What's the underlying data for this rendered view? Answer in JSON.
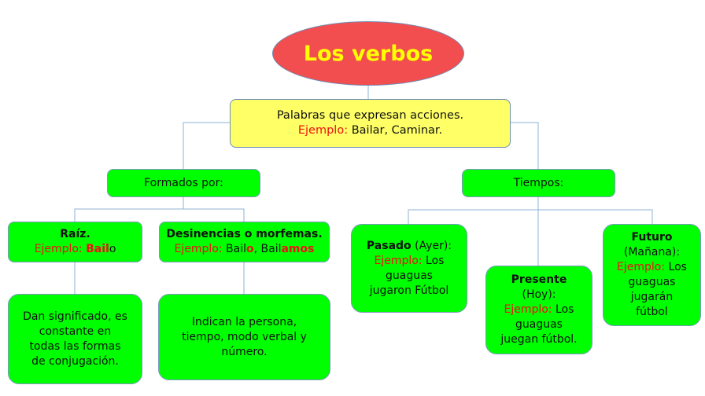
{
  "title": "Los verbos",
  "definition": {
    "text": "Palabras que expresan acciones.",
    "example_label": "Ejemplo:",
    "example_text": "Bailar, Caminar."
  },
  "formados": {
    "label": "Formados por:",
    "raiz": {
      "title": "Raíz.",
      "example_label": "Ejemplo:",
      "example_root": "Bail",
      "example_end": "o",
      "description": [
        "Dan significado, es",
        "constante en",
        "todas las formas",
        "de conjugación."
      ]
    },
    "desinencias": {
      "title": "Desinencias o morfemas.",
      "example_label": "Ejemplo:",
      "ex1_root": "Bail",
      "ex1_end": "o",
      "separator": ",",
      "ex2_root": "Bail",
      "ex2_end": "amos",
      "description": [
        "Indican la persona,",
        "tiempo, modo verbal y",
        "número."
      ]
    }
  },
  "tiempos": {
    "label": "Tiempos:",
    "pasado": {
      "title": "Pasado",
      "sub": "(Ayer):",
      "example_label": "Ejemplo:",
      "example_first": "Los",
      "example_rest": [
        "guaguas",
        "jugaron Fútbol"
      ]
    },
    "presente": {
      "title": "Presente",
      "sub": "(Hoy):",
      "example_label": "Ejemplo:",
      "example_first": "Los",
      "example_rest": [
        "guaguas",
        "juegan fútbol."
      ]
    },
    "futuro": {
      "title": "Futuro",
      "sub": "(Mañana):",
      "example_label": "Ejemplo:",
      "example_first": "Los",
      "example_rest": [
        "guaguas",
        "jugarán",
        "fútbol"
      ]
    }
  },
  "colors": {
    "box_green": "#00ff00",
    "definition_yellow": "#ffff66",
    "title_fill": "#f24d4f",
    "title_text": "#ffff00",
    "example_red": "#ee1111",
    "connector": "#8fb2d6"
  }
}
